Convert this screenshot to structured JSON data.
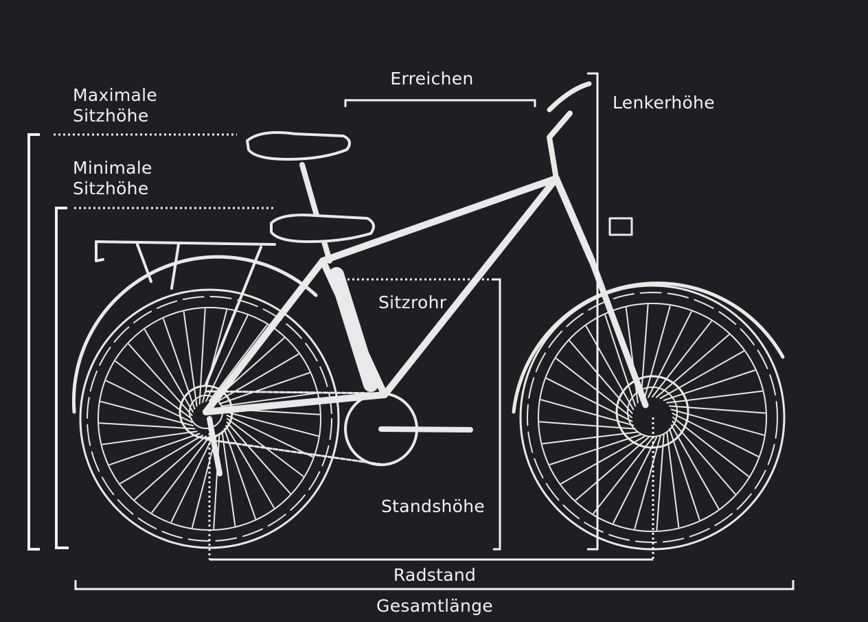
{
  "labels": {
    "max_seat_height": {
      "line1": "Maximale",
      "line2": "Sitzhöhe"
    },
    "min_seat_height": {
      "line1": "Minimale",
      "line2": "Sitzhöhe"
    },
    "reach": "Erreichen",
    "handlebar_height": "Lenkerhöhe",
    "seat_tube": "Sitzrohr",
    "standover_height": "Standshöhe",
    "wheelbase": "Radstand",
    "total_length": "Gesamtlänge"
  },
  "colors": {
    "background": "#1e1f22",
    "line": "#f2f2f2",
    "bike": "#e9e9e9"
  }
}
